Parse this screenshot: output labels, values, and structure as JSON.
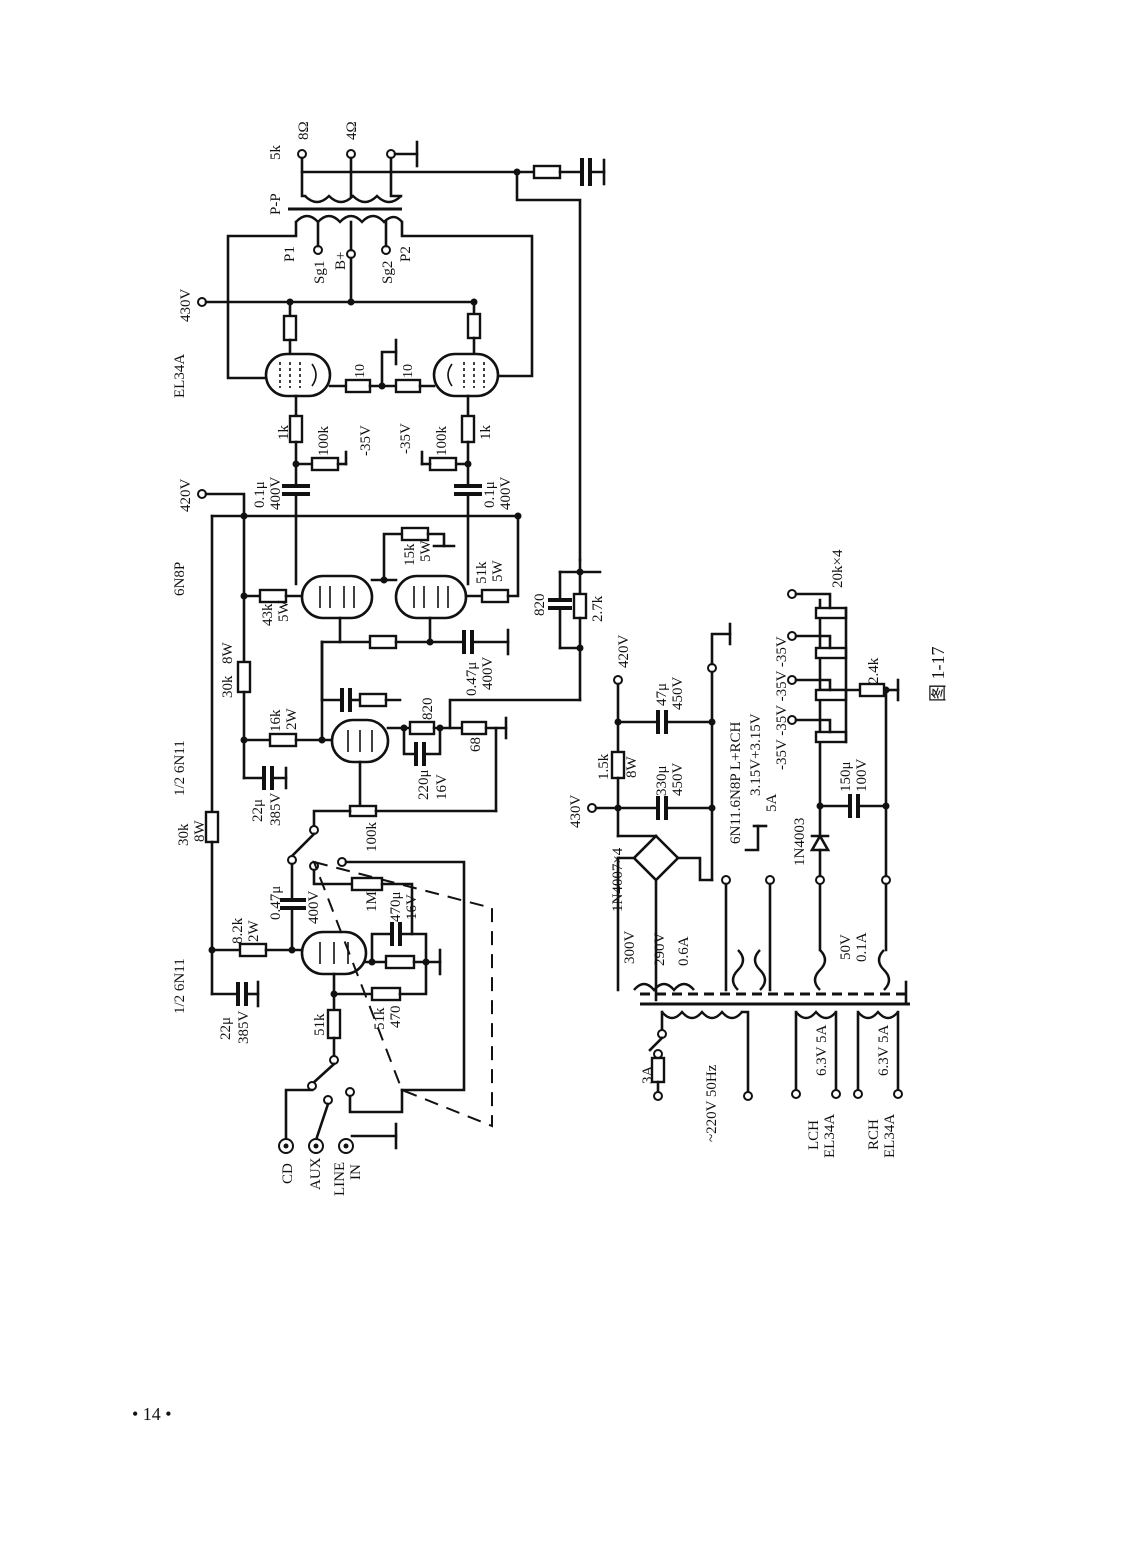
{
  "labels": {
    "out_8ohm": "8Ω",
    "out_4ohm": "4Ω",
    "out_5k": "5k",
    "ot_pp": "P-P",
    "ot_p1": "P1",
    "ot_sg1": "Sg1",
    "ot_bplus": "B+",
    "ot_sg2": "Sg2",
    "ot_p2": "P2",
    "v430": "430V",
    "el34a": "EL34A",
    "grid_stop_1": "10",
    "grid_stop_2": "10",
    "r_1k_a": "1k",
    "r_100k_a": "100k",
    "neg35_a": "-35V",
    "neg35_b": "-35V",
    "r_100k_b": "100k",
    "r_1k_b": "1k",
    "cap_01u_a": "0.1μ",
    "cap_400v_a": "400V",
    "cap_01u_b": "0.1μ",
    "cap_400v_b": "400V",
    "v420": "420V",
    "tube_6n8p": "6N8P",
    "r_43k": "43k",
    "r_43k_w": "5W",
    "r_15k": "15k",
    "r_15k_w": "5W",
    "r_51k": "51k",
    "r_51k_w": "5W",
    "r_820_fb": "820",
    "r_27k": "2.7k",
    "cap_047u_b": "0.47μ",
    "cap_047u_b_v": "400V",
    "r_30k_a": "30k",
    "r_30k_a_w": "8W",
    "tube_6n11_half_a": "1/2 6N11",
    "r_16k": "16k",
    "r_16k_w": "2W",
    "r_820_k": "820",
    "r_68": "68",
    "cap_22u_a": "22μ",
    "cap_22u_a_v": "385V",
    "cap_220u": "220μ",
    "cap_220u_v": "16V",
    "pot_100k": "100k",
    "r_30k_b": "30k",
    "r_30k_b_w": "8W",
    "r_82k": "8.2k",
    "r_82k_w": "2W",
    "cap_047u_a": "0.47μ",
    "cap_047u_a_v": "400V",
    "r_1m": "1M",
    "cap_470u": "470μ",
    "cap_470u_v": "16V",
    "tube_6n11_half_b": "1/2 6N11",
    "cap_22u_b": "22μ",
    "cap_22u_b_v": "385V",
    "r_51k_in": "51k",
    "r_51k_fb": "51k",
    "r_470": "470",
    "in_cd": "CD",
    "in_aux": "AUX",
    "in_line": "LINE",
    "in_in": "IN",
    "ps_420v": "420V",
    "ps_15k": "1.5k",
    "ps_15k_w": "8W",
    "ps_47u": "47μ",
    "ps_47u_v": "450V",
    "ps_330u": "330μ",
    "ps_330u_v": "450V",
    "ps_430v": "430V",
    "ps_bridge": "1N4007×4",
    "ps_300v": "300V",
    "ps_290v": "290V",
    "ps_06a": "0.6A",
    "ps_heater_a": "6N11.6N8P  L+RCH",
    "ps_heater_b": "3.15V+3.15V",
    "ps_heater_c": "5A",
    "ps_fuse": "3A",
    "ps_mains": "~220V 50Hz",
    "ps_lch": "LCH",
    "ps_lch_tube": "EL34A",
    "ps_lch_v": "6.3V 5A",
    "ps_rch": "RCH",
    "ps_rch_tube": "EL34A",
    "ps_rch_v": "6.3V 5A",
    "bias_diode": "1N4003",
    "bias_150u": "150μ",
    "bias_150u_v": "100V",
    "bias_50v": "50V",
    "bias_01a": "0.1A",
    "bias_taps": "-35V  -35V  -35V  -35V",
    "bias_20k": "20k×4",
    "bias_24k": "2.4k",
    "figure": "图 1-17",
    "page_num": "• 14 •"
  }
}
